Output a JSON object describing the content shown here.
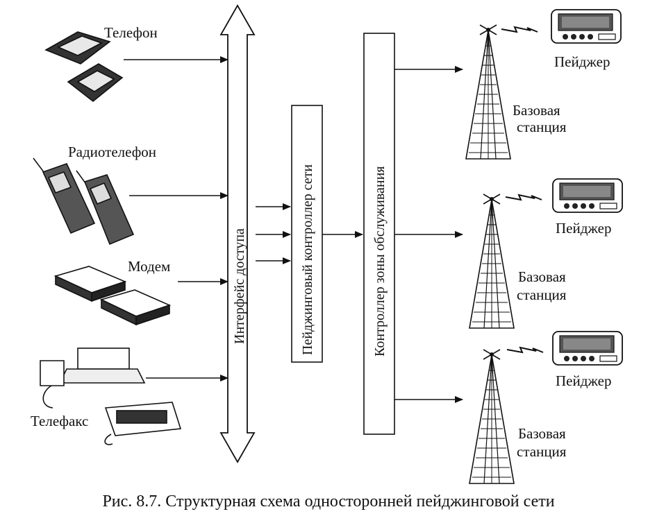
{
  "devices": {
    "telephone": "Телефон",
    "radiotelephone": "Радиотелефон",
    "modem": "Модем",
    "telefax": "Телефакс"
  },
  "blocks": {
    "access_interface": "Интерфейс доступа",
    "paging_controller": "Пейджинговый контроллер сети",
    "zone_controller": "Контроллер зоны обслуживания"
  },
  "outputs": [
    {
      "base_line1": "Базовая",
      "base_line2": "станция",
      "pager": "Пейджер"
    },
    {
      "base_line1": "Базовая",
      "base_line2": "станция",
      "pager": "Пейджер"
    },
    {
      "base_line1": "Базовая",
      "base_line2": "станция",
      "pager": "Пейджер"
    }
  ],
  "caption": "Рис. 8.7. Структурная схема односторонней пейджинговой сети"
}
